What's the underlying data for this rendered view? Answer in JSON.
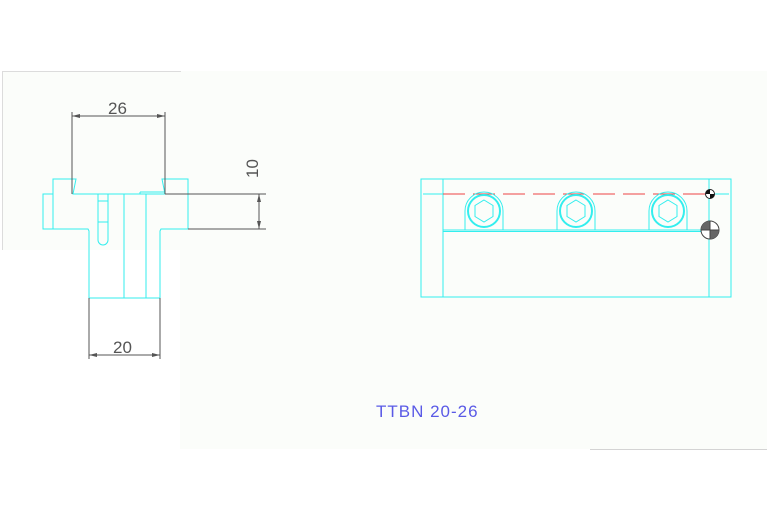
{
  "drawing": {
    "title": "TTBN 20-26",
    "colors": {
      "geometry": "#33eeee",
      "dimension": "#555555",
      "centerline": "#ee4444",
      "title": "#5a5ae6",
      "background": "#fbfdfa"
    },
    "side_view": {
      "dimensions": {
        "top_width": "26",
        "height": "10",
        "bottom_width": "20"
      }
    },
    "front_view": {
      "bolt_count": 3,
      "bolt_icon": "hex-socket-bolt-icon",
      "markers": [
        "center-of-gravity-small-icon",
        "center-of-gravity-large-icon"
      ]
    }
  }
}
